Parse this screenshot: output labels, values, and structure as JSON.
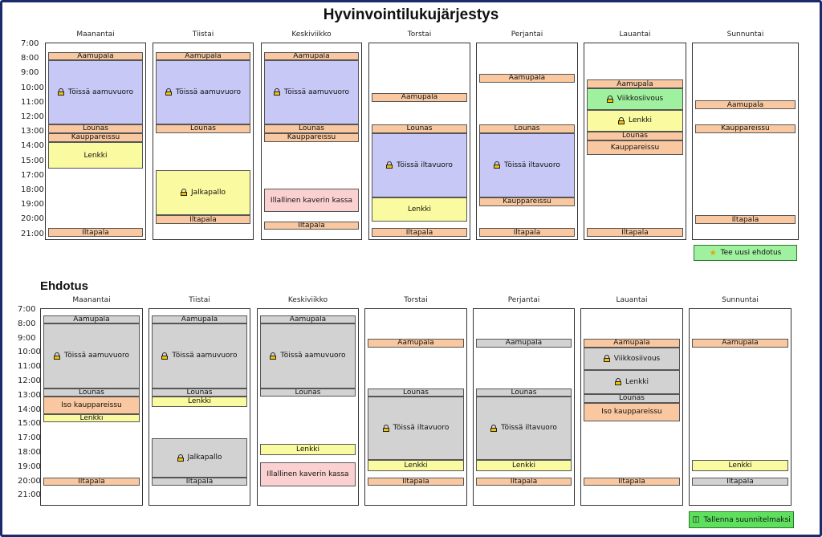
{
  "title": "Hyvinvointilukujärjestys",
  "proposal_title": "Ehdotus",
  "days": [
    "Maanantai",
    "Tiistai",
    "Keskiviikko",
    "Torstai",
    "Perjantai",
    "Lauantai",
    "Sunnuntai"
  ],
  "times": [
    "7:00",
    "8:00",
    "9:00",
    "10:00",
    "11:00",
    "12:00",
    "13:00",
    "14:00",
    "15:00",
    "17:00",
    "18:00",
    "19:00",
    "20:00",
    "21:00"
  ],
  "buttons": {
    "new_proposal": "Tee uusi ehdotus",
    "save_plan": "Tallenna suunnitelmaksi"
  },
  "icons": {
    "new_proposal": "star-icon",
    "save_plan": "floppy-disk-icon",
    "locked": "lock-icon"
  },
  "colors": {
    "orange": "#f9c8a0",
    "blue": "#c8c8f6",
    "yellow": "#fafaa0",
    "pink": "#fbd0d0",
    "green": "#9ff09f",
    "gray": "#d2d2d2",
    "frame": "#1b2a6b"
  },
  "schedule": {
    "days": [
      {
        "events": [
          {
            "label": "Aamupala",
            "color": "orange",
            "start": 0.53,
            "end": 1.08
          },
          {
            "label": "Töissä aamuvuoro",
            "color": "blue",
            "locked": true,
            "start": 1.08,
            "end": 5.48
          },
          {
            "label": "Lounas",
            "color": "orange",
            "start": 5.48,
            "end": 6.08
          },
          {
            "label": "Kauppareissu",
            "color": "orange",
            "start": 6.08,
            "end": 6.7
          },
          {
            "label": "Lenkki",
            "color": "yellow",
            "start": 6.7,
            "end": 8.53
          },
          {
            "label": "Iltapala",
            "color": "orange",
            "start": 12.6,
            "end": 13.2
          }
        ]
      },
      {
        "events": [
          {
            "label": "Aamupala",
            "color": "orange",
            "start": 0.53,
            "end": 1.08
          },
          {
            "label": "Töissä aamuvuoro",
            "color": "blue",
            "locked": true,
            "start": 1.08,
            "end": 5.48
          },
          {
            "label": "Lounas",
            "color": "orange",
            "start": 5.48,
            "end": 6.08
          },
          {
            "label": "Jalkapallo",
            "color": "yellow",
            "locked": true,
            "start": 8.6,
            "end": 11.72
          },
          {
            "label": "Iltapala",
            "color": "orange",
            "start": 11.72,
            "end": 12.32
          }
        ]
      },
      {
        "events": [
          {
            "label": "Aamupala",
            "color": "orange",
            "start": 0.53,
            "end": 1.08
          },
          {
            "label": "Töissä aamuvuoro",
            "color": "blue",
            "locked": true,
            "start": 1.08,
            "end": 5.48
          },
          {
            "label": "Lounas",
            "color": "orange",
            "start": 5.48,
            "end": 6.08
          },
          {
            "label": "Kauppareissu",
            "color": "orange",
            "start": 6.08,
            "end": 6.7
          },
          {
            "label": "Illallinen kaverin kassa",
            "color": "pink",
            "start": 9.9,
            "end": 11.5
          },
          {
            "label": "Iltapala",
            "color": "orange",
            "start": 12.12,
            "end": 12.72
          }
        ]
      },
      {
        "events": [
          {
            "label": "Aamupala",
            "color": "orange",
            "start": 3.35,
            "end": 3.95
          },
          {
            "label": "Lounas",
            "color": "orange",
            "start": 5.48,
            "end": 6.08
          },
          {
            "label": "Töissä iltavuoro",
            "color": "blue",
            "locked": true,
            "start": 6.08,
            "end": 10.48
          },
          {
            "label": "Lenkki",
            "color": "yellow",
            "start": 10.48,
            "end": 12.12
          },
          {
            "label": "Iltapala",
            "color": "orange",
            "start": 12.6,
            "end": 13.2
          }
        ]
      },
      {
        "events": [
          {
            "label": "Aamupala",
            "color": "orange",
            "start": 2.03,
            "end": 2.63
          },
          {
            "label": "Lounas",
            "color": "orange",
            "start": 5.48,
            "end": 6.08
          },
          {
            "label": "Töissä iltavuoro",
            "color": "blue",
            "locked": true,
            "start": 6.08,
            "end": 10.48
          },
          {
            "label": "Kauppareissu",
            "color": "orange",
            "start": 10.48,
            "end": 11.08
          },
          {
            "label": "Iltapala",
            "color": "orange",
            "start": 12.6,
            "end": 13.2
          }
        ]
      },
      {
        "events": [
          {
            "label": "Aamupala",
            "color": "orange",
            "start": 2.43,
            "end": 3.03
          },
          {
            "label": "Viikkosiivous",
            "color": "green",
            "locked": true,
            "start": 3.03,
            "end": 4.48
          },
          {
            "label": "Lenkki",
            "color": "yellow",
            "locked": true,
            "start": 4.48,
            "end": 5.98
          },
          {
            "label": "Lounas",
            "color": "orange",
            "start": 5.98,
            "end": 6.58
          },
          {
            "label": "Kauppareissu",
            "color": "orange",
            "start": 6.58,
            "end": 7.58
          },
          {
            "label": "Iltapala",
            "color": "orange",
            "start": 12.6,
            "end": 13.2
          }
        ]
      },
      {
        "events": [
          {
            "label": "Aamupala",
            "color": "orange",
            "start": 3.85,
            "end": 4.45
          },
          {
            "label": "Kauppareissu",
            "color": "orange",
            "start": 5.48,
            "end": 6.08
          },
          {
            "label": "Iltapala",
            "color": "orange",
            "start": 11.72,
            "end": 12.32
          }
        ]
      }
    ]
  },
  "proposal": {
    "days": [
      {
        "events": [
          {
            "label": "Aamupala",
            "color": "gray",
            "start": 0.38,
            "end": 0.98
          },
          {
            "label": "Töissä aamuvuoro",
            "color": "gray",
            "locked": true,
            "start": 0.98,
            "end": 5.48
          },
          {
            "label": "Lounas",
            "color": "gray",
            "start": 5.48,
            "end": 6.08
          },
          {
            "label": "Iso kauppareissu",
            "color": "orange",
            "start": 6.08,
            "end": 7.28
          },
          {
            "label": "Lenkki",
            "color": "yellow",
            "start": 7.28,
            "end": 7.88
          },
          {
            "label": "Iltapala",
            "color": "orange",
            "start": 11.72,
            "end": 12.32
          }
        ]
      },
      {
        "events": [
          {
            "label": "Aamupala",
            "color": "gray",
            "start": 0.38,
            "end": 0.98
          },
          {
            "label": "Töissä aamuvuoro",
            "color": "gray",
            "locked": true,
            "start": 0.98,
            "end": 5.48
          },
          {
            "label": "Lounas",
            "color": "gray",
            "start": 5.48,
            "end": 6.08
          },
          {
            "label": "Lenkki",
            "color": "yellow",
            "start": 6.08,
            "end": 6.78
          },
          {
            "label": "Jalkapallo",
            "color": "gray",
            "locked": true,
            "start": 8.98,
            "end": 11.72
          },
          {
            "label": "Iltapala",
            "color": "gray",
            "start": 11.72,
            "end": 12.32
          }
        ]
      },
      {
        "events": [
          {
            "label": "Aamupala",
            "color": "gray",
            "start": 0.38,
            "end": 0.98
          },
          {
            "label": "Töissä aamuvuoro",
            "color": "gray",
            "locked": true,
            "start": 0.98,
            "end": 5.48
          },
          {
            "label": "Lounas",
            "color": "gray",
            "start": 5.48,
            "end": 6.08
          },
          {
            "label": "Lenkki",
            "color": "yellow",
            "start": 9.38,
            "end": 10.18
          },
          {
            "label": "Illallinen kaverin kassa",
            "color": "pink",
            "start": 10.7,
            "end": 12.38
          }
        ]
      },
      {
        "events": [
          {
            "label": "Aamupala",
            "color": "orange",
            "start": 2.03,
            "end": 2.63
          },
          {
            "label": "Lounas",
            "color": "gray",
            "start": 5.48,
            "end": 6.08
          },
          {
            "label": "Töissä iltavuoro",
            "color": "gray",
            "locked": true,
            "start": 6.08,
            "end": 10.48
          },
          {
            "label": "Lenkki",
            "color": "yellow",
            "start": 10.48,
            "end": 11.28
          },
          {
            "label": "Iltapala",
            "color": "orange",
            "start": 11.72,
            "end": 12.32
          }
        ]
      },
      {
        "events": [
          {
            "label": "Aamupala",
            "color": "gray",
            "start": 2.03,
            "end": 2.63
          },
          {
            "label": "Lounas",
            "color": "gray",
            "start": 5.48,
            "end": 6.08
          },
          {
            "label": "Töissä iltavuoro",
            "color": "gray",
            "locked": true,
            "start": 6.08,
            "end": 10.48
          },
          {
            "label": "Lenkki",
            "color": "yellow",
            "start": 10.48,
            "end": 11.28
          },
          {
            "label": "Iltapala",
            "color": "orange",
            "start": 11.72,
            "end": 12.32
          }
        ]
      },
      {
        "events": [
          {
            "label": "Aamupala",
            "color": "orange",
            "start": 2.03,
            "end": 2.63
          },
          {
            "label": "Viikkosiivous",
            "color": "gray",
            "locked": true,
            "start": 2.63,
            "end": 4.2
          },
          {
            "label": "Lenkki",
            "color": "gray",
            "locked": true,
            "start": 4.2,
            "end": 5.9
          },
          {
            "label": "Lounas",
            "color": "gray",
            "start": 5.9,
            "end": 6.5
          },
          {
            "label": "Iso kauppareissu",
            "color": "orange",
            "start": 6.5,
            "end": 7.8
          },
          {
            "label": "Iltapala",
            "color": "orange",
            "start": 11.72,
            "end": 12.32
          }
        ]
      },
      {
        "events": [
          {
            "label": "Aamupala",
            "color": "orange",
            "start": 2.03,
            "end": 2.63
          },
          {
            "label": "Lenkki",
            "color": "yellow",
            "start": 10.48,
            "end": 11.28
          },
          {
            "label": "Iltapala",
            "color": "gray",
            "start": 11.72,
            "end": 12.32
          }
        ]
      }
    ]
  }
}
